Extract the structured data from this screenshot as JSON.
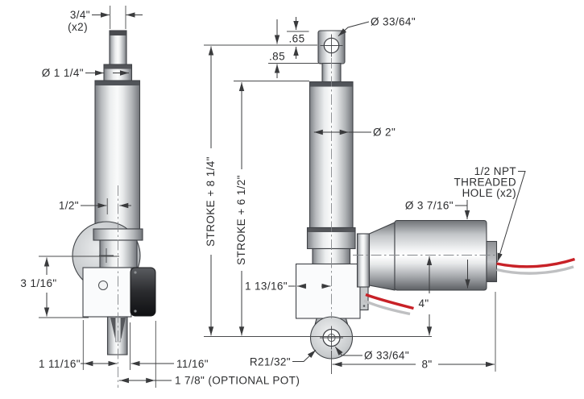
{
  "drawing": {
    "type": "technical-dimension-drawing",
    "subject": "linear actuator, two orthographic views",
    "left_view": {
      "rod_flats": "3/4\"",
      "rod_flats_qty": "(x2)",
      "rod_collar_dia": "Ø 1 1/4\"",
      "rod_offset": "1/2\"",
      "housing_height": "3 1/16\"",
      "base_to_center": "1 11/16\"",
      "center_to_edge": "11/16\"",
      "optional_pot": "1 7/8\" (OPTIONAL POT)"
    },
    "right_view": {
      "rod_end_hole_dia": "Ø 33/64\"",
      "end_to_hole": ".65",
      "hole_to_shoulder": ".85",
      "overall_stroke": "STROKE + 8 1/4\"",
      "retracted_stroke": "STROKE + 6 1/2\"",
      "cylinder_dia": "Ø 2\"",
      "npt_line1": "1/2 NPT",
      "npt_line2": "THREADED",
      "npt_line3": "HOLE (x2)",
      "motor_dia": "Ø 3 7/16\"",
      "housing_width": "1 13/16\"",
      "motor_center_height": "4\"",
      "clevis_radius": "R21/32\"",
      "clevis_hole_dia": "Ø 33/64\"",
      "overall_length": "8\""
    },
    "colors": {
      "wire_red": "#c82127",
      "wire_gray": "#bfc0c2",
      "metal_light": "#f4f5f6",
      "metal_dark": "#72757a",
      "outline": "#3f4246",
      "dim_text": "#2c2d2f"
    }
  }
}
